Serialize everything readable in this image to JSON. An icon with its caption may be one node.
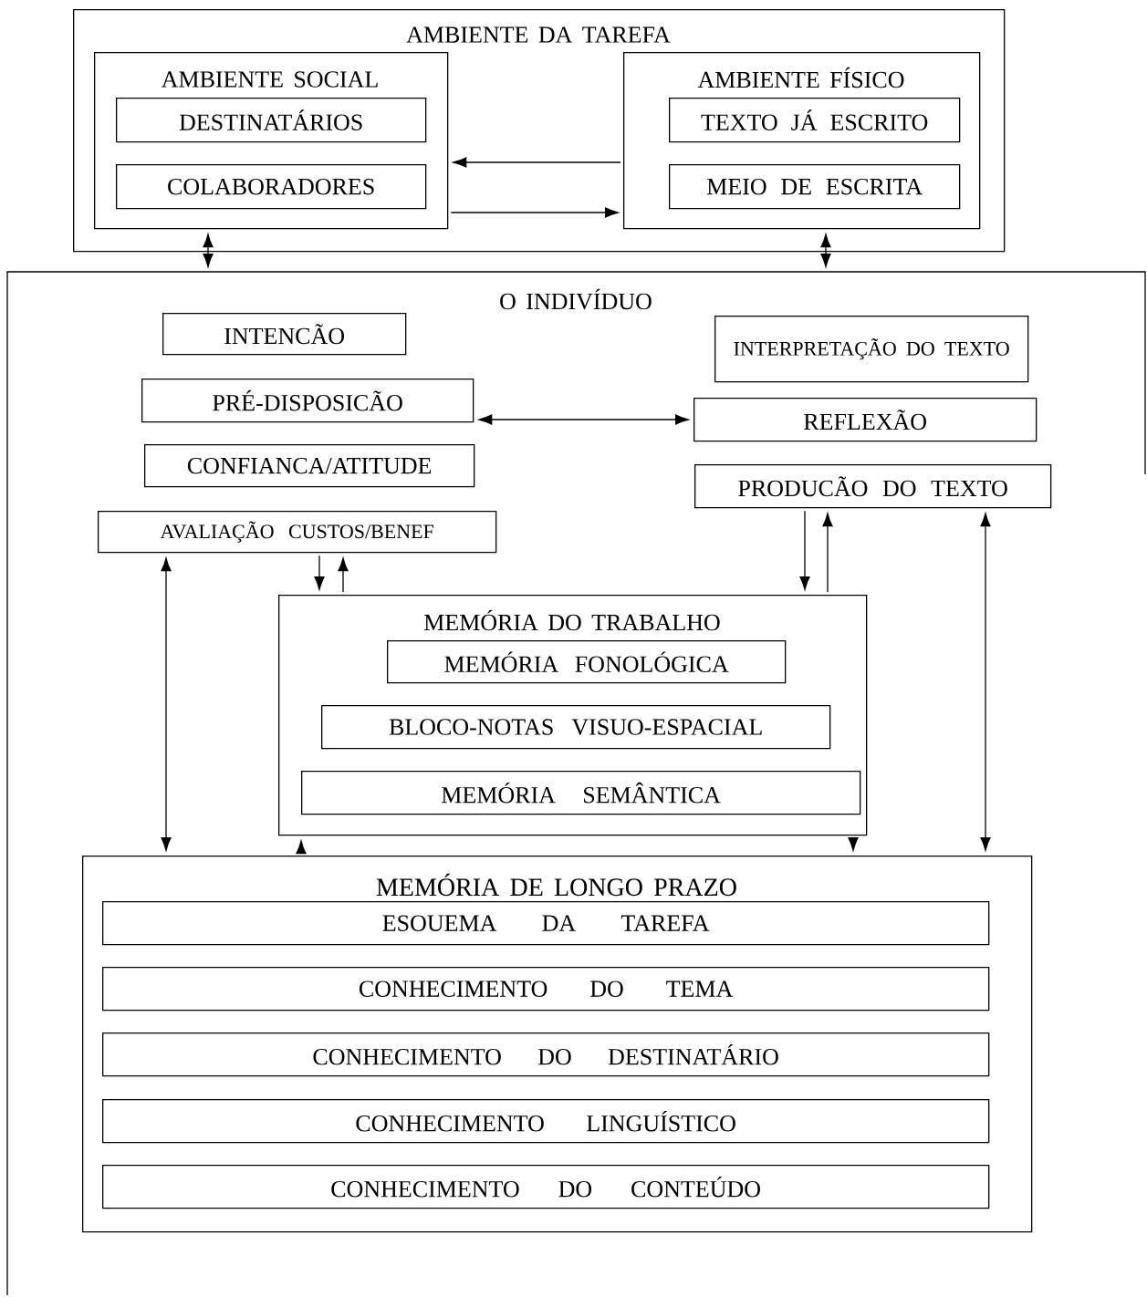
{
  "diagram": {
    "nodes": [
      {
        "text": [
          "AMBIENTE DA TAREFA"
        ]
      },
      {
        "text": [
          "AMBIENTE SOCIAL"
        ],
        "in": 0
      },
      {
        "text": [
          "DESTINATÁRIOS"
        ],
        "in": 1
      },
      {
        "text": [
          "COLABORADORES"
        ],
        "in": 1
      },
      {
        "text": [
          "AMBIENTE FÍSICO"
        ],
        "in": 0
      },
      {
        "text": [
          "TEXTO JÁ ESCRITO"
        ],
        "in": 4
      },
      {
        "text": [
          "MEIO DE ESCRITA"
        ],
        "in": 4
      },
      {
        "text": [
          "O INDIVÍDUO"
        ]
      },
      {
        "text": [
          "INTENCÃO"
        ],
        "in": 7
      },
      {
        "text": [
          "PRÉ-DISPOSICÃO"
        ],
        "in": 7
      },
      {
        "text": [
          "CONFIANCA/ATITUDE"
        ],
        "in": 7
      },
      {
        "text": [
          "AVALIAÇÃO CUSTOS/BENEF"
        ],
        "in": 7
      },
      {
        "text": [
          "INTERPRETAÇÃO DO TEXTO"
        ],
        "in": 7
      },
      {
        "text": [
          "REFLEXÃO"
        ],
        "in": 7
      },
      {
        "text": [
          "PRODUCÃO DO TEXTO"
        ],
        "in": 7
      },
      {
        "text": [
          "MEMÓRIA DO TRABALHO"
        ],
        "in": 7
      },
      {
        "text": [
          "MEMÓRIA FONOLÓGICA"
        ],
        "in": 15
      },
      {
        "text": [
          "BLOCO-NOTAS VISUO-ESPACIAL"
        ],
        "in": 15
      },
      {
        "text": [
          "MEMÓRIA SEMÂNTICA"
        ],
        "in": 15
      },
      {
        "text": [
          "MEMÓRIA DE LONGO PRAZO"
        ],
        "in": 7
      },
      {
        "text": [
          "ESOUEMA DA TAREFA"
        ],
        "in": 19
      },
      {
        "text": [
          "CONHECIMENTO DO TEMA"
        ],
        "in": 19
      },
      {
        "text": [
          "CONHECIMENTO DO DESTINATÁRIO"
        ],
        "in": 19
      },
      {
        "text": [
          "CONHECIMENTO LINGUÍSTICO"
        ],
        "in": 19
      },
      {
        "text": [
          "CONHECIMENTO DO CONTEÚDO"
        ],
        "in": 19
      }
    ],
    "edges": [
      {
        "from": 4,
        "to": 1,
        "arrow": "to"
      },
      {
        "from": 1,
        "to": 4,
        "arrow": "to"
      },
      {
        "from": 1,
        "to": 7,
        "arrow": "both"
      },
      {
        "from": 4,
        "to": 7,
        "arrow": "both"
      },
      {
        "from": 9,
        "to": 13,
        "arrow": "both"
      },
      {
        "from": 11,
        "to": 15,
        "arrow": "to"
      },
      {
        "from": 15,
        "to": 11,
        "arrow": "to"
      },
      {
        "from": 14,
        "to": 15,
        "arrow": "to"
      },
      {
        "from": 15,
        "to": 14,
        "arrow": "to"
      },
      {
        "from": 11,
        "to": 19,
        "arrow": "both"
      },
      {
        "from": 14,
        "to": 19,
        "arrow": "both"
      },
      {
        "from": 19,
        "to": 15,
        "arrow": "to"
      },
      {
        "from": 15,
        "to": 19,
        "arrow": "to"
      }
    ]
  }
}
